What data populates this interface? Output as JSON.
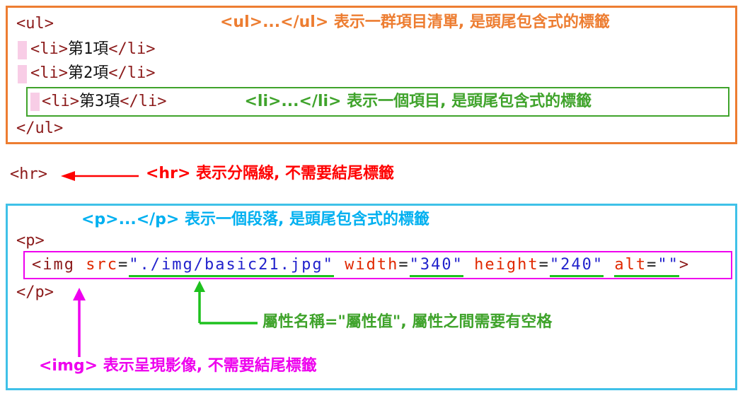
{
  "colors": {
    "orange": "#ED7D31",
    "green": "#3FA32B",
    "bright_green": "#1EC11E",
    "red": "#FF0000",
    "cyan": "#3FC1E8",
    "blue": "#00B0F0",
    "magenta": "#EE00EE",
    "code_tag": "#8B1A1A",
    "code_attr": "#E02800",
    "code_value": "#2222CC",
    "indent_highlight": "#F8CDE6"
  },
  "ul_box": {
    "annotation": "<ul>...</ul> 表示一群項目清單, 是頭尾包含式的標籤",
    "li_annotation": "<li>...</li> 表示一個項目, 是頭尾包含式的標籤",
    "lines": {
      "open": "<ul>",
      "close": "</ul>",
      "li1": [
        {
          "t": "<li>",
          "c": "tag"
        },
        {
          "t": "第1項",
          "c": "text"
        },
        {
          "t": "</li>",
          "c": "tag"
        }
      ],
      "li2": [
        {
          "t": "<li>",
          "c": "tag"
        },
        {
          "t": "第2項",
          "c": "text"
        },
        {
          "t": "</li>",
          "c": "tag"
        }
      ],
      "li3": [
        {
          "t": "<li>",
          "c": "tag"
        },
        {
          "t": "第3項",
          "c": "text"
        },
        {
          "t": "</li>",
          "c": "tag"
        }
      ]
    }
  },
  "hr_section": {
    "code": "<hr>",
    "annotation": "<hr> 表示分隔線, 不需要結尾標籤"
  },
  "p_box": {
    "annotation": "<p>...</p> 表示一個段落, 是頭尾包含式的標籤",
    "open": "<p>",
    "close": "</p>",
    "img_tokens": [
      {
        "t": "<img ",
        "c": "tag"
      },
      {
        "t": "src",
        "c": "attr"
      },
      {
        "t": "=",
        "c": "eq"
      },
      {
        "t": "\"./img/basic21.jpg\"",
        "c": "val",
        "u": true
      },
      {
        "t": " ",
        "c": "plain"
      },
      {
        "t": "width",
        "c": "attr"
      },
      {
        "t": "=",
        "c": "eq"
      },
      {
        "t": "\"340\"",
        "c": "val",
        "u": true
      },
      {
        "t": " ",
        "c": "plain"
      },
      {
        "t": "height",
        "c": "attr"
      },
      {
        "t": "=",
        "c": "eq"
      },
      {
        "t": "\"240\"",
        "c": "val",
        "u": true
      },
      {
        "t": " ",
        "c": "plain"
      },
      {
        "t": "alt",
        "c": "attr",
        "u": true
      },
      {
        "t": "=",
        "c": "eq",
        "u": true
      },
      {
        "t": "\"\"",
        "c": "val",
        "u": true
      },
      {
        "t": ">",
        "c": "tag"
      }
    ],
    "attr_annotation": "屬性名稱=\"屬性值\", 屬性之間需要有空格",
    "img_annotation": "<img> 表示呈現影像, 不需要結尾標籤"
  }
}
